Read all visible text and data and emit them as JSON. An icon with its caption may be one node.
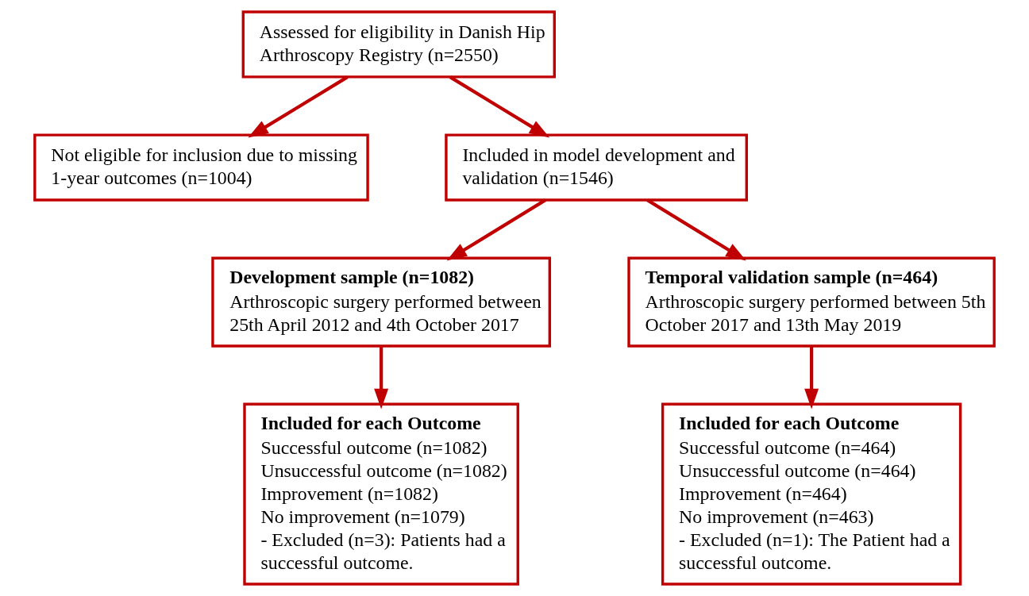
{
  "diagram": {
    "nodes": [
      {
        "text": [
          "Assessed for eligibility in Danish Hip Arthroscopy Registry (n=2550)"
        ]
      },
      {
        "text": [
          "Not eligible for inclusion due to missing 1-year outcomes (n=1004)"
        ]
      },
      {
        "text": [
          "Included in model development and validation (n=1546)"
        ]
      },
      {
        "text": [
          "Development sample (n=1082)",
          "Arthroscopic surgery performed between 25th April 2012 and 4th October 2017"
        ]
      },
      {
        "text": [
          "Temporal validation sample (n=464)",
          "Arthroscopic surgery performed between 5th October 2017 and 13th May 2019"
        ]
      },
      {
        "text": [
          "Included for each Outcome",
          "Successful outcome (n=1082)",
          "Unsuccessful outcome (n=1082)",
          "Improvement (n=1082)",
          "No improvement (n=1079)",
          "- Excluded (n=3): Patients had a successful outcome."
        ]
      },
      {
        "text": [
          "Included for each Outcome",
          "Successful outcome (n=464)",
          "Unsuccessful outcome (n=464)",
          "Improvement (n=464)",
          "No improvement (n=463)",
          "- Excluded (n=1): The Patient had a successful outcome."
        ]
      }
    ],
    "edges": [
      {
        "from": 0,
        "to": 2,
        "arrow": "to"
      },
      {
        "from": 0,
        "to": 1,
        "arrow": "to"
      },
      {
        "from": 2,
        "to": 3,
        "arrow": "to"
      },
      {
        "from": 2,
        "to": 4,
        "arrow": "to"
      },
      {
        "from": 3,
        "to": 5,
        "arrow": "to"
      },
      {
        "from": 4,
        "to": 6,
        "arrow": "to"
      }
    ]
  }
}
